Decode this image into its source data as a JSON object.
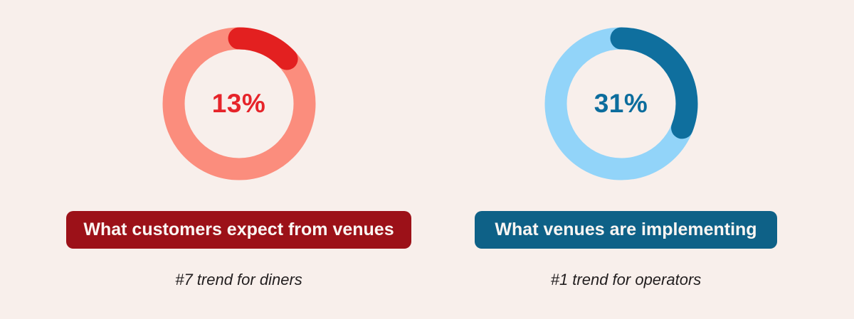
{
  "background": "#f8efeb",
  "chart_data": [
    {
      "type": "donut",
      "series_label": "What customers expect from venues",
      "value_percent": 13,
      "center_label": "13%",
      "start_angle_deg": 0,
      "direction": "clockwise",
      "track_color": "#fb8d7d",
      "arc_color": "#e32020",
      "center_label_color": "#e6242a",
      "badge_label": "What customers expect from venues",
      "badge_color": "#9c1118",
      "badge_text_color": "#fbf6f3",
      "caption": "#7 trend for diners",
      "caption_color": "#221e1f"
    },
    {
      "type": "donut",
      "series_label": "What venues are implementing",
      "value_percent": 31,
      "center_label": "31%",
      "start_angle_deg": 0,
      "direction": "clockwise",
      "track_color": "#92d4f9",
      "arc_color": "#0f6f9e",
      "center_label_color": "#0c6d9d",
      "badge_label": "What venues are implementing",
      "badge_color": "#0e6187",
      "badge_text_color": "#fbf6f3",
      "caption": "#1 trend for operators",
      "caption_color": "#221e1f"
    }
  ]
}
